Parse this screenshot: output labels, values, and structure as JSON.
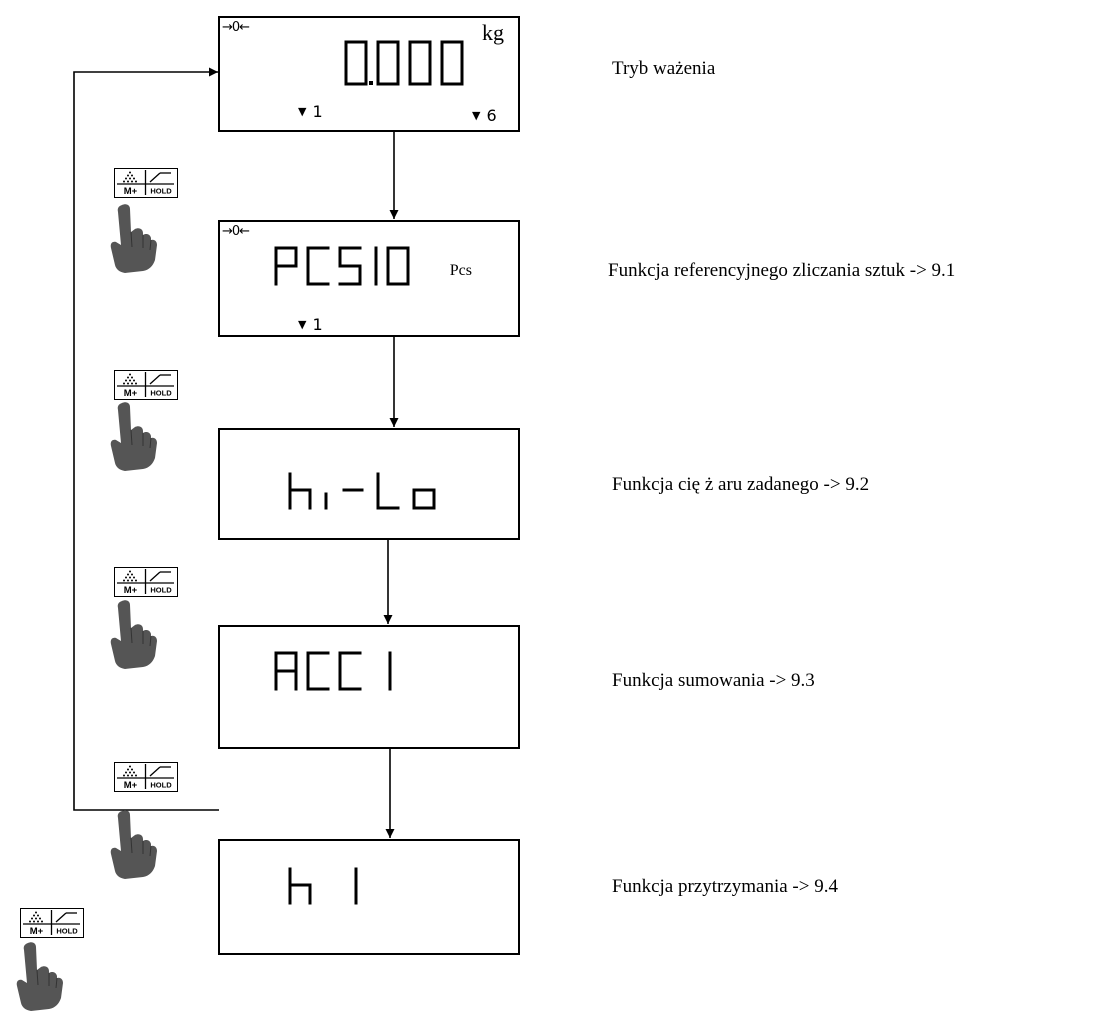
{
  "displays": [
    {
      "id": "weighing",
      "zero_indicator": "→0←",
      "unit": "kg",
      "markers": [
        "1",
        "6"
      ]
    },
    {
      "id": "counting",
      "zero_indicator": "→0←",
      "unit": "Pcs",
      "markers": [
        "1"
      ]
    },
    {
      "id": "hilo"
    },
    {
      "id": "accumulate"
    },
    {
      "id": "hold"
    }
  ],
  "captions": [
    "Tryb ważenia",
    "Funkcja referencyjnego zliczania sztuk  -> 9.1",
    "Funkcja cię ż aru zadanego -> 9.2",
    "Funkcja sumowania -> 9.3",
    "Funkcja przytrzymania  -> 9.4"
  ],
  "key": {
    "left_label": "M+",
    "right_label": "HOLD"
  },
  "colors": {
    "line": "#000000",
    "hand": "#555555"
  },
  "icons": [
    "mplus-hold-key-icon",
    "pointing-hand-icon"
  ]
}
